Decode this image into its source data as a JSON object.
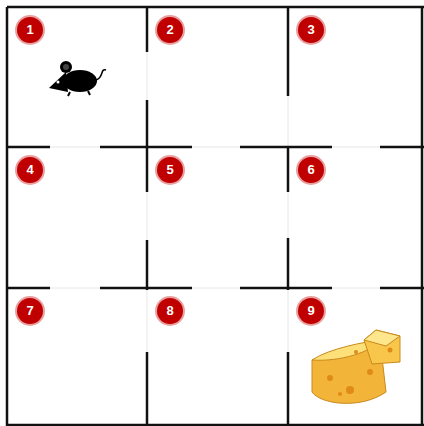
{
  "diagram": {
    "nodes": [
      {
        "text": [
          "1"
        ]
      },
      {
        "text": [
          "2"
        ]
      },
      {
        "text": [
          "3"
        ]
      },
      {
        "text": [
          "4"
        ]
      },
      {
        "text": [
          "5"
        ]
      },
      {
        "text": [
          "6"
        ]
      },
      {
        "text": [
          "7"
        ]
      },
      {
        "text": [
          "8"
        ]
      },
      {
        "text": [
          "9"
        ]
      }
    ]
  }
}
